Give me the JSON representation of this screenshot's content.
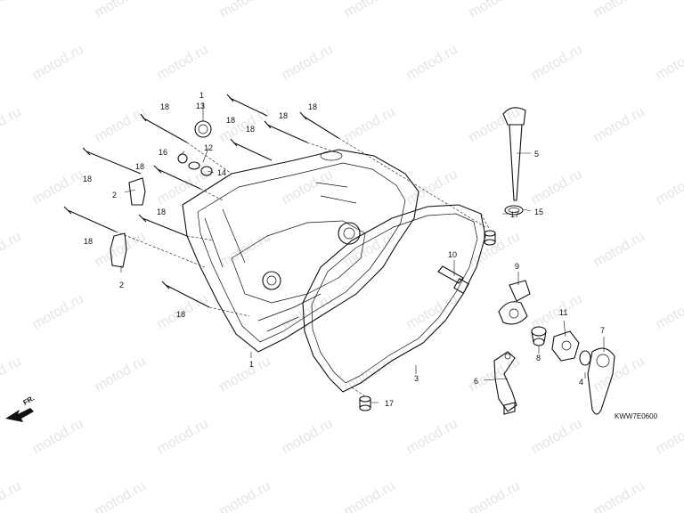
{
  "watermark": "motod.ru",
  "diagram_code": "KWW7E0600",
  "direction_label": "FR.",
  "callouts": {
    "c1_case": "1",
    "c1_top": "1",
    "c2_a": "2",
    "c2_b": "2",
    "c3": "3",
    "c4": "4",
    "c5": "5",
    "c6": "6",
    "c7": "7",
    "c8": "8",
    "c9": "9",
    "c10": "10",
    "c11": "11",
    "c12": "12",
    "c13": "13",
    "c14": "14",
    "c15": "15",
    "c16": "16",
    "c17_a": "17",
    "c17_b": "17",
    "c18_a": "18",
    "c18_b": "18",
    "c18_c": "18",
    "c18_d": "18",
    "c18_e": "18",
    "c18_f": "18",
    "c18_g": "18",
    "c18_h": "18",
    "c18_i": "18",
    "c18_j": "18"
  }
}
